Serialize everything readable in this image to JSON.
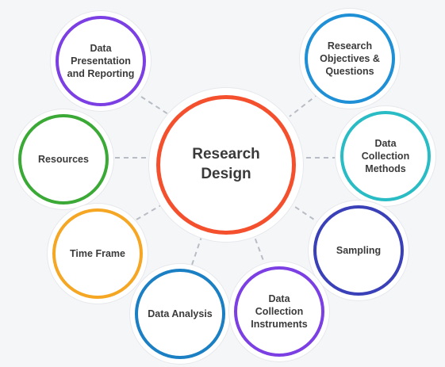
{
  "center": {
    "label": "Research\nDesign",
    "color": "#f4502d"
  },
  "nodes": [
    {
      "id": "data-presentation",
      "label": "Data\nPresentation\nand Reporting",
      "color": "#7b3fe4"
    },
    {
      "id": "research-objectives",
      "label": "Research\nObjectives &\nQuestions",
      "color": "#1f8fd6"
    },
    {
      "id": "resources",
      "label": "Resources",
      "color": "#3aa935"
    },
    {
      "id": "data-collection-methods",
      "label": "Data\nCollection\nMethods",
      "color": "#29bcc4"
    },
    {
      "id": "time-frame",
      "label": "Time Frame",
      "color": "#f5a623"
    },
    {
      "id": "sampling",
      "label": "Sampling",
      "color": "#3a40b8"
    },
    {
      "id": "data-analysis",
      "label": "Data Analysis",
      "color": "#1b7fc4"
    },
    {
      "id": "data-collection-instruments",
      "label": "Data\nCollection\nInstruments",
      "color": "#7b3fe4"
    }
  ],
  "connector_color": "#b8bcc4"
}
